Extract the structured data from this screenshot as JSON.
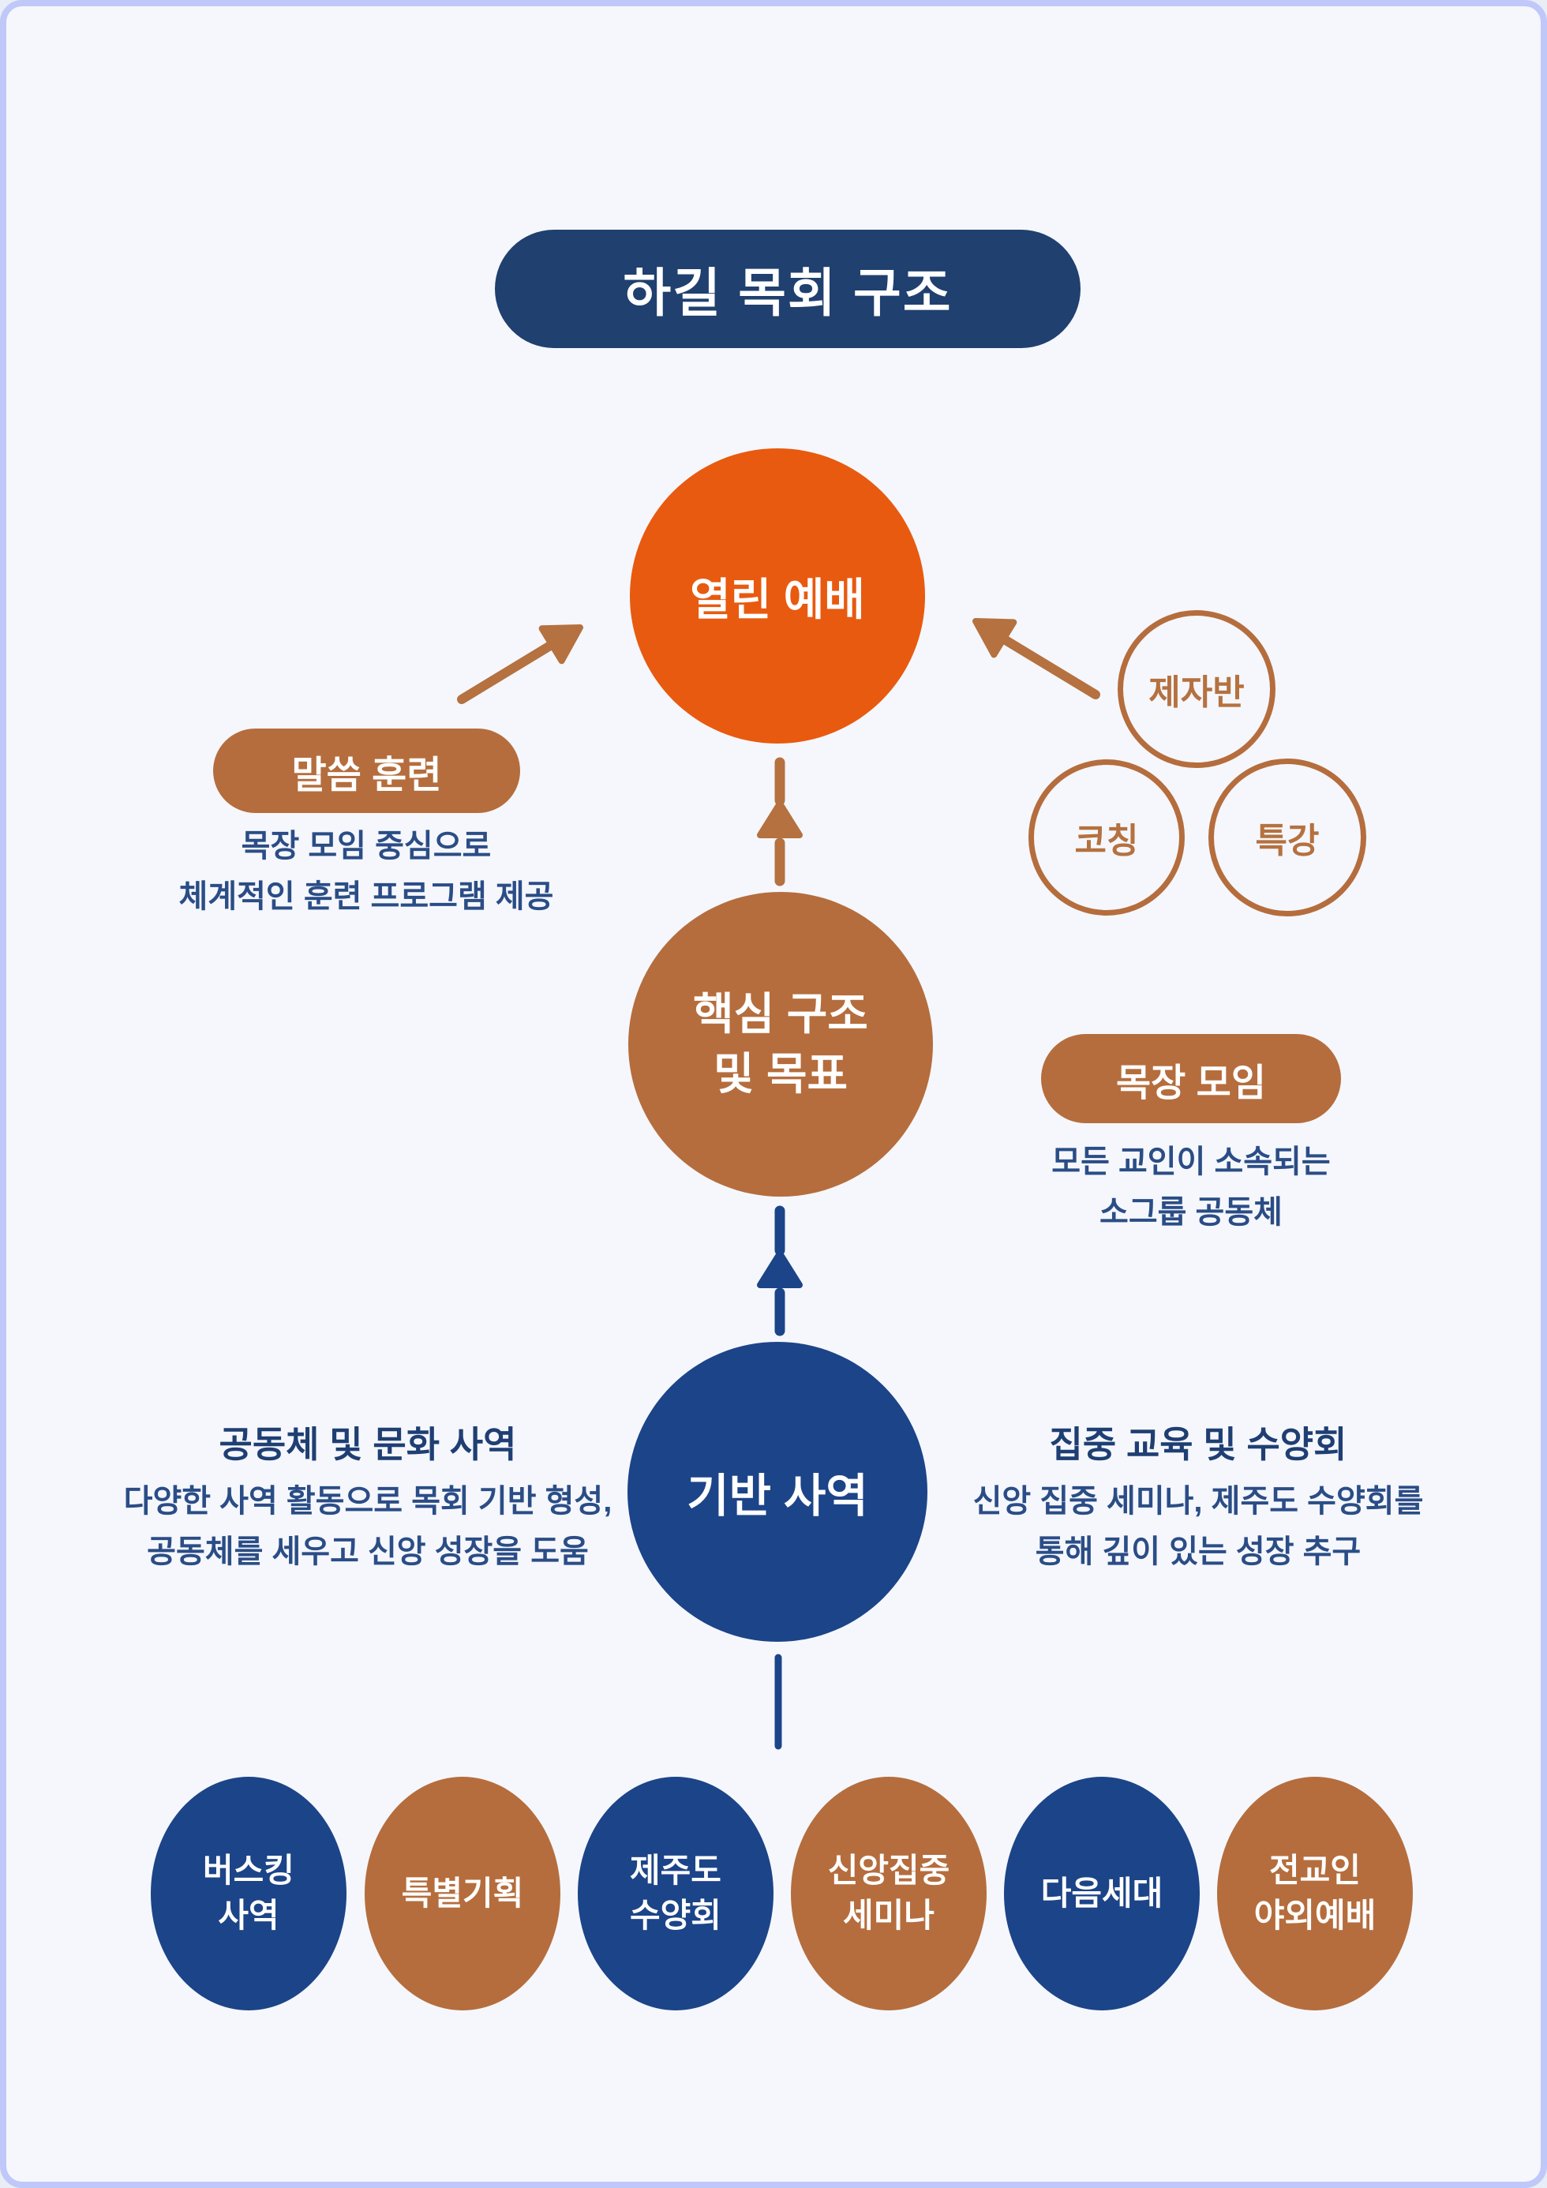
{
  "page": {
    "background_color": "#F5F7FC",
    "border_color": "#BFC8F8"
  },
  "colors": {
    "navy": "#1C4488",
    "title_navy": "#20406F",
    "brown": "#B56D3D",
    "orange": "#E85A0F",
    "heading_text": "#1F3F73",
    "body_text": "#2B4D86"
  },
  "title": "하길 목회 구조",
  "open_worship_circle": {
    "label": "열린 예배"
  },
  "word_training": {
    "pill_label": "말씀 훈련",
    "desc": "목장 모임 중심으로\n체계적인 훈련 프로그램 제공"
  },
  "training_circles": [
    {
      "label": "제자반"
    },
    {
      "label": "코칭"
    },
    {
      "label": "특강"
    }
  ],
  "core_circle": {
    "label": "핵심 구조\n및 목표"
  },
  "mokjang_meeting": {
    "pill_label": "목장 모임",
    "desc": "모든 교인이 소속되는\n소그룹 공동체"
  },
  "foundation_circle": {
    "label": "기반 사역"
  },
  "left_section": {
    "heading": "공동체 및 문화 사역",
    "desc": "다양한 사역 활동으로 목회 기반 형성,\n공동체를 세우고 신앙 성장을 도움"
  },
  "right_section": {
    "heading": "집중 교육 및 수양회",
    "desc": "신앙 집중 세미나, 제주도 수양회를\n통해 깊이 있는 성장 추구"
  },
  "bottom_items": [
    {
      "label": "버스킹\n사역",
      "color": "navy"
    },
    {
      "label": "특별기획",
      "color": "brown"
    },
    {
      "label": "제주도\n수양회",
      "color": "navy"
    },
    {
      "label": "신앙집중\n세미나",
      "color": "brown"
    },
    {
      "label": "다음세대",
      "color": "navy"
    },
    {
      "label": "전교인\n야외예배",
      "color": "brown"
    }
  ]
}
